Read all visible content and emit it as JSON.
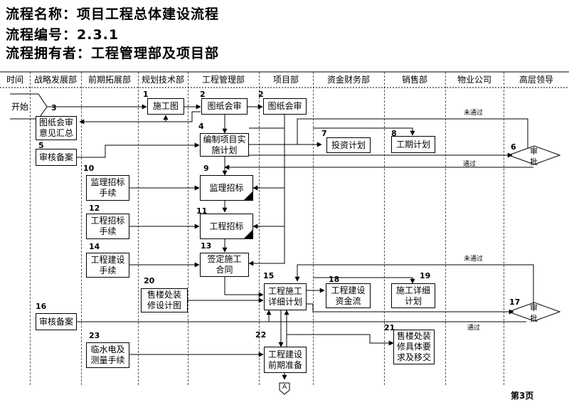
{
  "header": {
    "name_label": "流程名称：",
    "name_value": "项目工程总体建设流程",
    "code_label": "流程编号：",
    "code_value": "2.3.1",
    "owner_label": "流程拥有者：",
    "owner_value": "工程管理部及项目部"
  },
  "lanes": [
    "时间",
    "战略发展部",
    "前期拓展部",
    "规划技术部",
    "工程管理部",
    "项目部",
    "资金财务部",
    "销售部",
    "物业公司",
    "高层领导"
  ],
  "start_label": "开始",
  "nodes": {
    "construction_drawing": "施工图",
    "drawing_review_eng": "图纸会审",
    "drawing_review_proj": "图纸会审",
    "opinion_summary": "图纸会审\n意见汇总",
    "project_plan": "编制项目实\n施计划",
    "investment_plan": "投资计划",
    "schedule_plan": "工期计划",
    "filing_1": "审核备案",
    "supervision_bid_proc": "监理招标\n手续",
    "supervision_bid": "监理招标",
    "engineering_bid_proc": "工程招标\n手续",
    "engineering_bid": "工程招标",
    "construction_proc": "工程建设\n手续",
    "sign_contract": "签定施工\n合同",
    "sales_design": "售楼处装\n修设计图",
    "detail_plan": "工程施工\n详细计划",
    "capital_flow": "工程建设\n资金流",
    "detail_schedule": "施工详细\n计划",
    "filing_2": "审核备案",
    "utilities": "临水电及\n测量手续",
    "prep": "工程建设\n前期准备",
    "sales_requirements": "售楼处装\n修具体要\n求及移交"
  },
  "decisions": {
    "approve_1_top": "审",
    "approve_1_bottom": "批",
    "approve_2_top": "审",
    "approve_2_bottom": "批"
  },
  "numbers": {
    "n1": "1",
    "n2a": "2",
    "n2b": "2",
    "n3": "3",
    "n4": "4",
    "n5": "5",
    "n6": "6",
    "n7": "7",
    "n8": "8",
    "n9": "9",
    "n10": "10",
    "n11": "11",
    "n12": "12",
    "n13": "13",
    "n14": "14",
    "n15": "15",
    "n16": "16",
    "n17": "17",
    "n18": "18",
    "n19": "19",
    "n20": "20",
    "n21": "21",
    "n22": "22",
    "n23": "23"
  },
  "notes": {
    "not_passed_1": "未通过",
    "passed_1": "通过",
    "not_passed_2": "未通过",
    "passed_2": "通过"
  },
  "connector_label": "A",
  "footer": {
    "page": "第3页"
  }
}
